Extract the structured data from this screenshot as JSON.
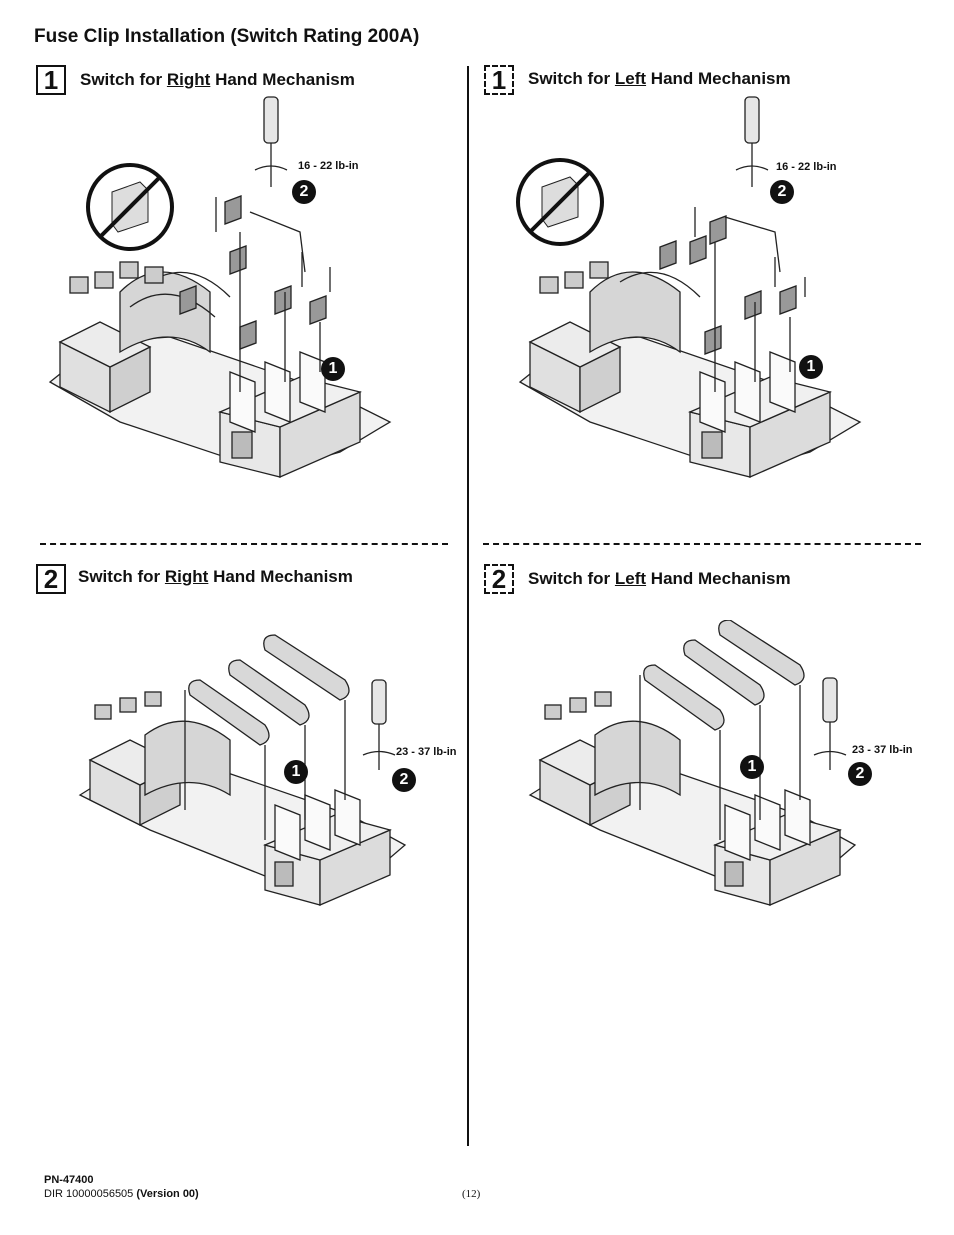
{
  "document": {
    "title": "Fuse Clip Installation (Switch Rating 200A)"
  },
  "panels": {
    "tl": {
      "step": "1",
      "heading_prefix": "Switch for ",
      "heading_emph": "Right",
      "heading_suffix": " Hand Mechanism",
      "torque": "16 - 22 lb-in",
      "callout_a": "1",
      "callout_b": "2"
    },
    "tr": {
      "step": "1",
      "heading_prefix": "Switch for ",
      "heading_emph": "Left",
      "heading_suffix": " Hand Mechanism",
      "torque": "16 - 22 lb-in",
      "callout_a": "1",
      "callout_b": "2"
    },
    "bl": {
      "step": "2",
      "heading_prefix": "Switch for ",
      "heading_emph": "Right",
      "heading_suffix": " Hand Mechanism",
      "torque": "23 - 37 lb-in",
      "callout_a": "1",
      "callout_b": "2"
    },
    "br": {
      "step": "2",
      "heading_prefix": "Switch for ",
      "heading_emph": "Left",
      "heading_suffix": " Hand Mechanism",
      "torque": "23 - 37 lb-in",
      "callout_a": "1",
      "callout_b": "2"
    }
  },
  "footer": {
    "part_number": "PN-47400",
    "dir_prefix": "DIR 10000056505 ",
    "dir_version": "(Version 00)",
    "page": "(12)"
  }
}
